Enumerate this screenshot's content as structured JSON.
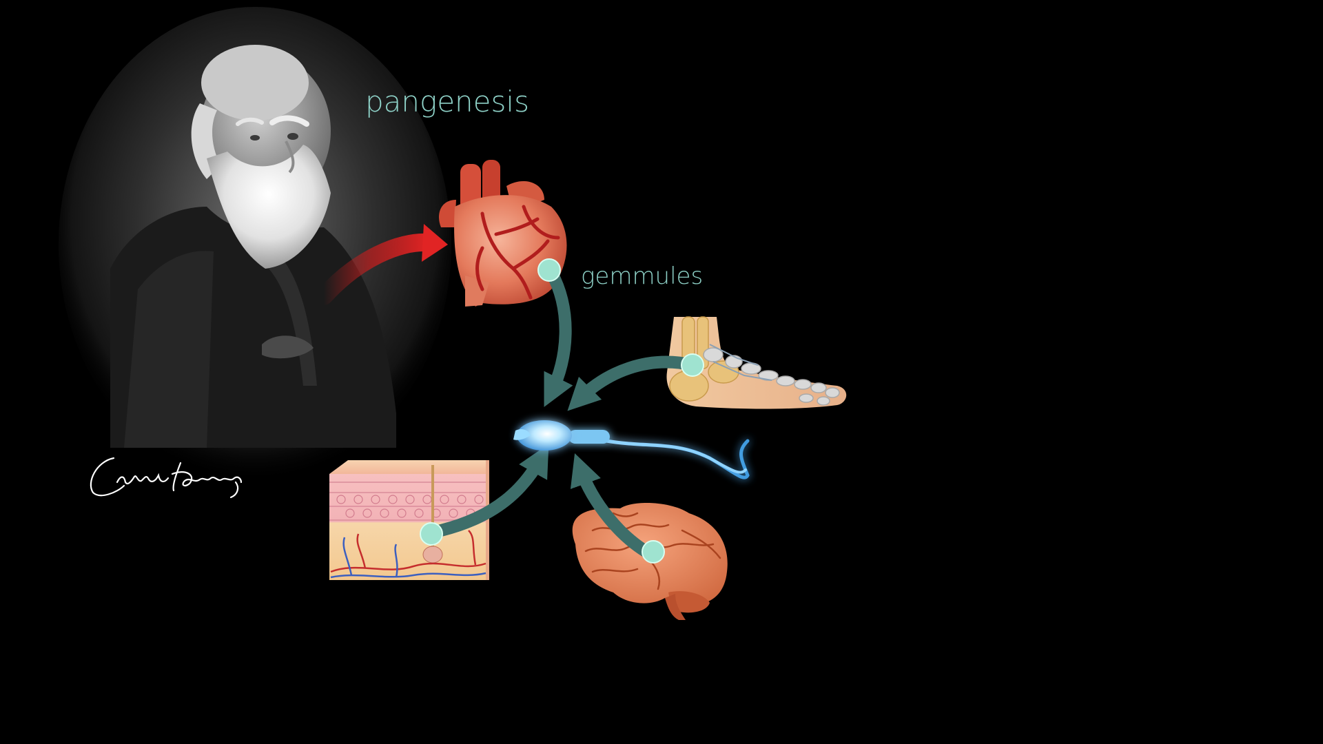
{
  "diagram": {
    "title": "pangenesis",
    "gemmules_label": "gemmules",
    "colors": {
      "background": "#000000",
      "label": "#8ed1c7",
      "gemmule_fill": "#9fe3d0",
      "gemmule_stroke": "#d8fff2",
      "flow_arrow": "#3d6e6a",
      "red_arrow": "#d42020",
      "sperm_glow": "#a9e4ff"
    },
    "nodes": [
      {
        "id": "portrait",
        "icon": "darwin-portrait"
      },
      {
        "id": "signature",
        "icon": "darwin-signature"
      },
      {
        "id": "heart",
        "icon": "heart-icon"
      },
      {
        "id": "foot",
        "icon": "foot-bones-icon"
      },
      {
        "id": "skin",
        "icon": "skin-cross-section-icon"
      },
      {
        "id": "brain",
        "icon": "brain-icon"
      },
      {
        "id": "sperm",
        "icon": "sperm-cell-icon"
      }
    ],
    "edges": [
      {
        "from": "portrait",
        "to": "heart",
        "style": "red-arrow"
      },
      {
        "from": "heart",
        "to": "sperm",
        "style": "gemmule-arrow"
      },
      {
        "from": "foot",
        "to": "sperm",
        "style": "gemmule-arrow"
      },
      {
        "from": "skin",
        "to": "sperm",
        "style": "gemmule-arrow"
      },
      {
        "from": "brain",
        "to": "sperm",
        "style": "gemmule-arrow"
      }
    ]
  }
}
